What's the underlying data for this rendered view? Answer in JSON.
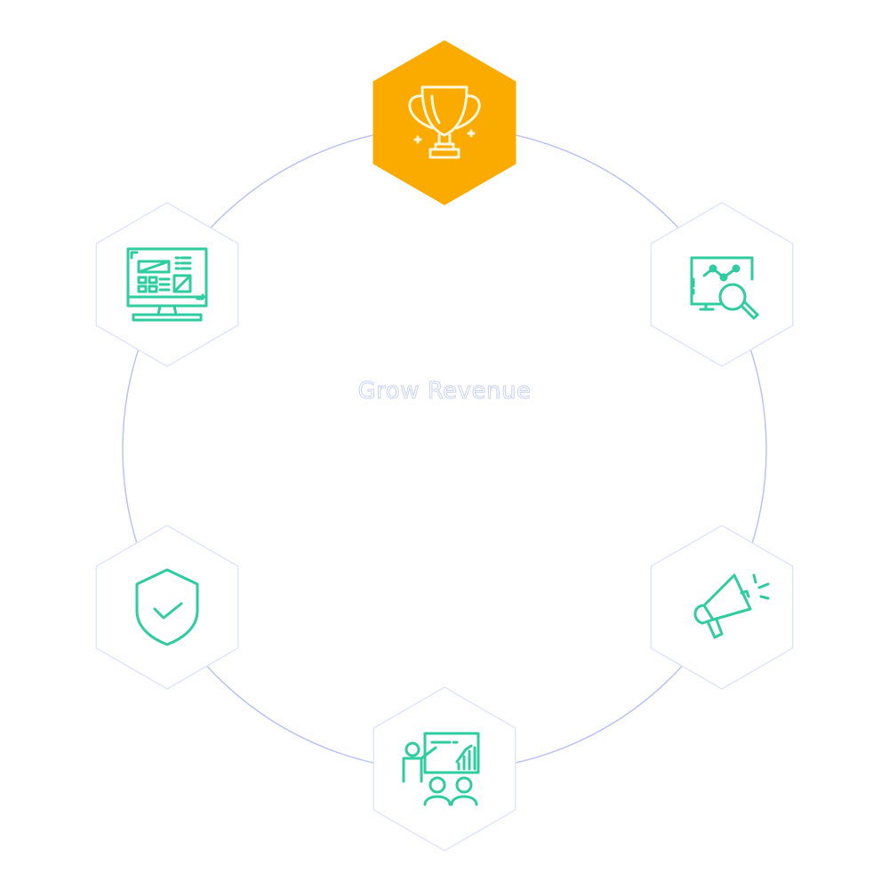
{
  "title": "Grow Revenue",
  "colors": {
    "ring": "#b9c4f2",
    "hex_border": "#dfe5fb",
    "hex_fill": "#ffffff",
    "active_fill": "#fbab00",
    "icon": "#2ecc9f",
    "icon_active": "#fff6dc"
  },
  "nodes": [
    {
      "id": "trophy",
      "icon": "trophy-icon",
      "active": true
    },
    {
      "id": "analytics",
      "icon": "analytics-search-icon",
      "active": false
    },
    {
      "id": "marketing",
      "icon": "megaphone-icon",
      "active": false
    },
    {
      "id": "presentation",
      "icon": "presentation-icon",
      "active": false
    },
    {
      "id": "security",
      "icon": "shield-check-icon",
      "active": false
    },
    {
      "id": "dashboard",
      "icon": "dashboard-monitor-icon",
      "active": false
    }
  ]
}
